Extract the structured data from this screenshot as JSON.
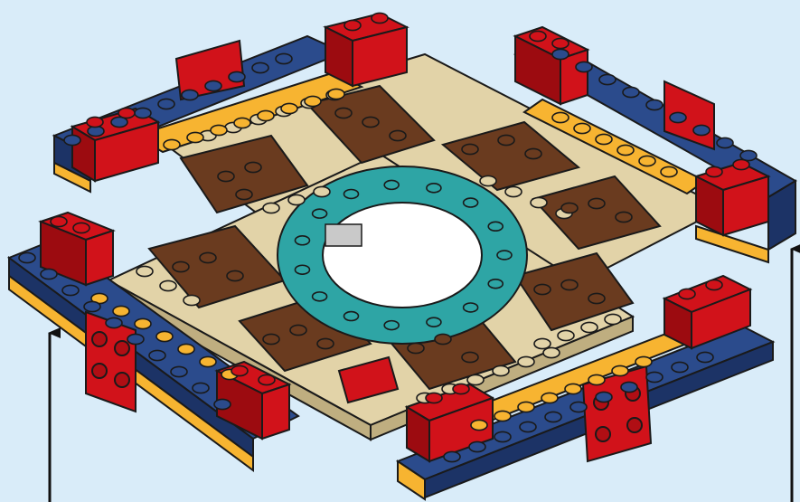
{
  "illustration": {
    "background": "#d9ecf9",
    "outline": "#1a1a1a",
    "palette": {
      "red": "#d1121a",
      "red_side": "#9c0b10",
      "blue": "#2b4b8c",
      "blue_side": "#1c3366",
      "yellow": "#f7b431",
      "yellow_side": "#d98f14",
      "tan": "#e2d3a8",
      "tan_side": "#bfae80",
      "brown": "#6a3b1f",
      "brown_side": "#4a2612",
      "teal": "#2ea5a5",
      "teal_side": "#1d7b7b",
      "white": "#ffffff",
      "gray": "#c9c9c9"
    },
    "callout_arrows": [
      {
        "name": "left",
        "points_to": "left-blue-beam"
      },
      {
        "name": "right",
        "points_to": "right-blue-beam"
      }
    ]
  }
}
